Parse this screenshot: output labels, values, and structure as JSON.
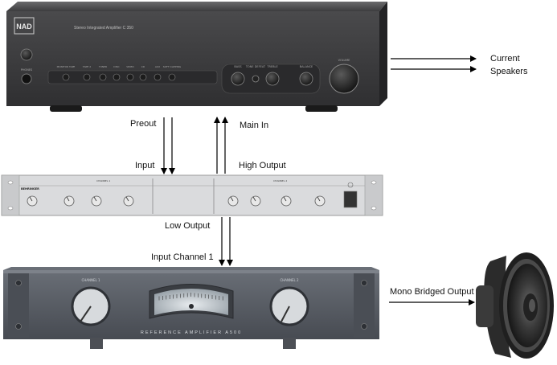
{
  "labels": {
    "current_speakers_line1": "Current",
    "current_speakers_line2": "Speakers",
    "preout": "Preout",
    "main_in": "Main In",
    "input": "Input",
    "high_output": "High Output",
    "low_output": "Low Output",
    "input_channel_1": "Input Channel 1",
    "mono_bridged_output": "Mono Bridged Output"
  },
  "integrated_amp": {
    "brand": "NAD",
    "model_text": "Stereo Integrated Amplifier C 350",
    "phones": "PHONES",
    "buttons": [
      "MONITOR TAPE",
      "TAPE 2",
      "TUNER",
      "DISC",
      "VIDEO",
      "CD",
      "AUX",
      "SOFT CLIPPING"
    ],
    "knobs": [
      "BASS",
      "TONE DEFEAT",
      "TREBLE",
      "BALANCE",
      "VOLUME"
    ]
  },
  "crossover": {
    "brand": "BEHRINGER",
    "channels": [
      "CHANNEL 1",
      "CHANNEL 2"
    ]
  },
  "power_amp": {
    "name": "REFERENCE AMPLIFIER A500",
    "channels": [
      "CHANNEL 1",
      "CHANNEL 2"
    ]
  },
  "colors": {
    "amp_body": "#3b3b3d",
    "rack_body": "#dadbdd",
    "power_amp_body": "#5d6168",
    "arrow": "#000000"
  }
}
